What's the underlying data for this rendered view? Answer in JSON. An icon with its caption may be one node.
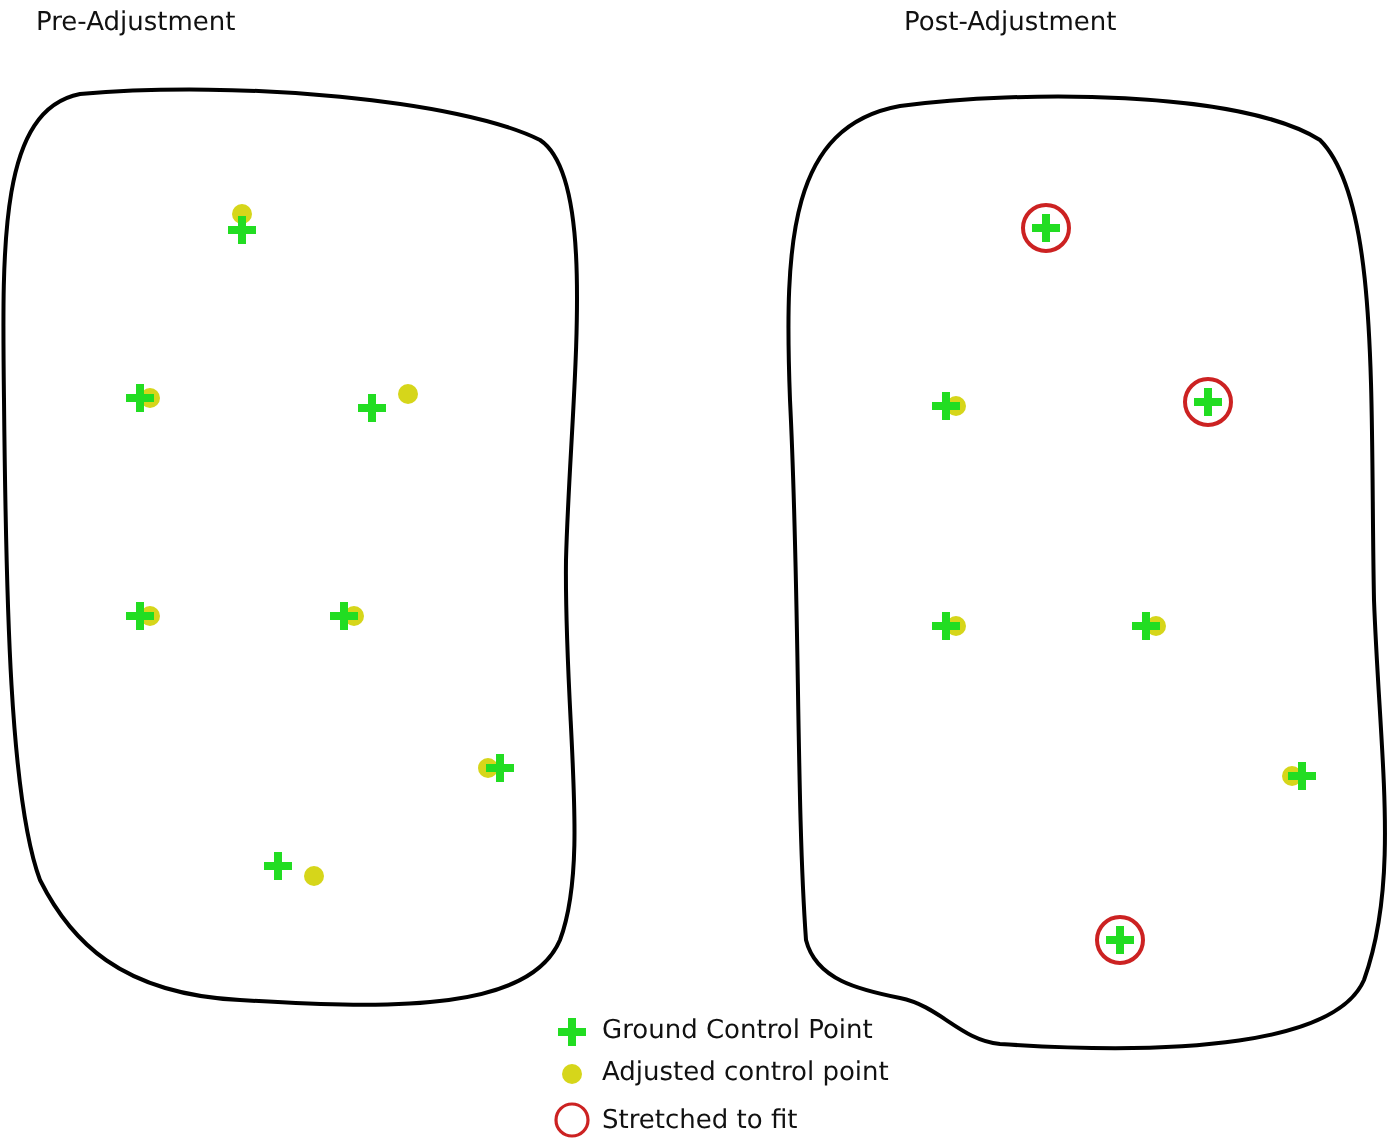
{
  "diagram": {
    "nodes": [
      {
        "text": [
          "Pre-Adjustment"
        ]
      },
      {
        "text": [
          "Post-Adjustment"
        ]
      }
    ],
    "legend": [
      {
        "text": "Ground Control Point"
      },
      {
        "text": "Adjusted control point"
      },
      {
        "text": "Stretched to fit"
      }
    ]
  }
}
